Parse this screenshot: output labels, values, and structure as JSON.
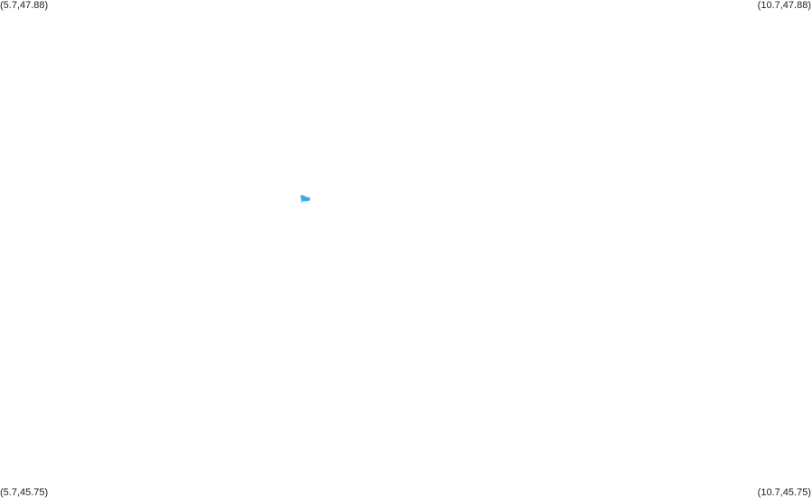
{
  "map": {
    "corners": {
      "top_left": "(5.7,47.88)",
      "top_right": "(10.7,47.88)",
      "bottom_left": "(5.7,45.75)",
      "bottom_right": "(10.7,45.75)"
    },
    "bounds": {
      "lon_min": 5.7,
      "lon_max": 10.7,
      "lat_min": 45.75,
      "lat_max": 47.88
    },
    "region_color_main": "#3aa9ec",
    "region_color_light": "#7cc8f2",
    "region_outline": [
      [
        7.5525,
        47.047
      ],
      [
        7.57,
        47.0455
      ],
      [
        7.576,
        47.042
      ],
      [
        7.583,
        47.0415
      ],
      [
        7.586,
        47.038
      ],
      [
        7.5995,
        47.0375
      ],
      [
        7.6095,
        47.035
      ],
      [
        7.6105,
        47.027
      ],
      [
        7.6065,
        47.021
      ],
      [
        7.593,
        47.0185
      ],
      [
        7.5805,
        47.019
      ],
      [
        7.573,
        47.0165
      ],
      [
        7.5655,
        47.0175
      ],
      [
        7.562,
        47.02
      ],
      [
        7.557,
        47.018
      ],
      [
        7.552,
        47.023
      ],
      [
        7.553,
        47.029
      ],
      [
        7.549,
        47.036
      ],
      [
        7.55,
        47.043
      ]
    ],
    "region_inset": [
      [
        7.553,
        47.0225
      ],
      [
        7.559,
        47.022
      ],
      [
        7.5605,
        47.015
      ],
      [
        7.558,
        47.0115
      ],
      [
        7.5535,
        47.012
      ],
      [
        7.5515,
        47.017
      ]
    ]
  }
}
